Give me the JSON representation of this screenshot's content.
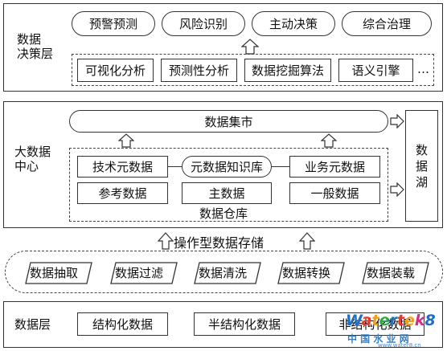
{
  "decision_layer": {
    "label": "数据\n决策层",
    "apps": [
      "预警预测",
      "风险识别",
      "主动决策",
      "综合治理"
    ],
    "analysis": [
      "可视化分析",
      "预测性分析",
      "数据挖掘算法",
      "语义引擎"
    ],
    "more": "…"
  },
  "big_data_center": {
    "label": "大数据\n中心",
    "data_mart": "数据集市",
    "row1": [
      "技术元数据",
      "元数据知识库",
      "业务元数据"
    ],
    "row2": [
      "参考数据",
      "主数据",
      "一般数据"
    ],
    "warehouse": "数据仓库",
    "data_lake": "数据湖"
  },
  "storage": {
    "title": "操作型数据存储",
    "steps": [
      "数据抽取",
      "数据过滤",
      "数据清洗",
      "数据转换",
      "数据装载"
    ]
  },
  "data_layer": {
    "label": "数据层",
    "items": [
      "结构化数据",
      "半结构化数据",
      "非结构化数据"
    ]
  },
  "watermark": {
    "brand": "Watertek8",
    "subtitle": "中 国 水 业 网",
    "url": "www.water8.cn"
  }
}
